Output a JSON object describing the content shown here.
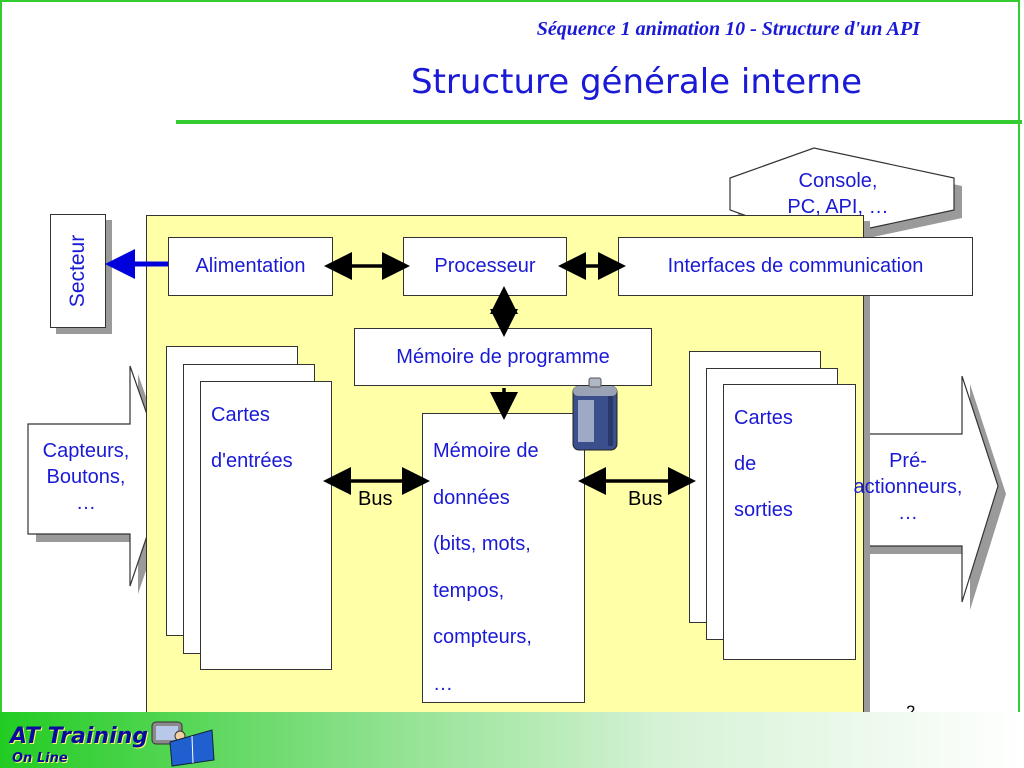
{
  "header": {
    "subtitle": "Séquence 1 animation 10 - Structure d'un API",
    "title": "Structure générale interne"
  },
  "blocks": {
    "secteur": "Secteur",
    "alimentation": "Alimentation",
    "processeur": "Processeur",
    "interfaces": "Interfaces de communication",
    "memoire_programme": "Mémoire de programme",
    "memoire_donnees_lines": [
      "Mémoire de",
      "données",
      "(bits, mots,",
      "tempos,",
      "compteurs,",
      "…"
    ],
    "cartes_entrees_lines": [
      "Cartes",
      "d'entrées"
    ],
    "cartes_sorties_lines": [
      "Cartes",
      "de",
      "sorties"
    ]
  },
  "console": {
    "line1": "Console,",
    "line2": "PC, API, …"
  },
  "inputs_arrow": {
    "line1": "Capteurs,",
    "line2": "Boutons,",
    "line3": "…"
  },
  "outputs_arrow": {
    "line1": "Pré-",
    "line2": "actionneurs,",
    "line3": "…"
  },
  "bus": {
    "left": "Bus",
    "right": "Bus"
  },
  "page_number": "2",
  "logo": {
    "main": "AT Training",
    "sub": "On Line"
  },
  "colors": {
    "text_blue": "#1a1ad6",
    "accent_green": "#33cc33",
    "panel_yellow": "#ffffa8",
    "arrow_blue": "#0000dd"
  },
  "icons": [
    "battery-icon",
    "reader-mascot-icon"
  ]
}
